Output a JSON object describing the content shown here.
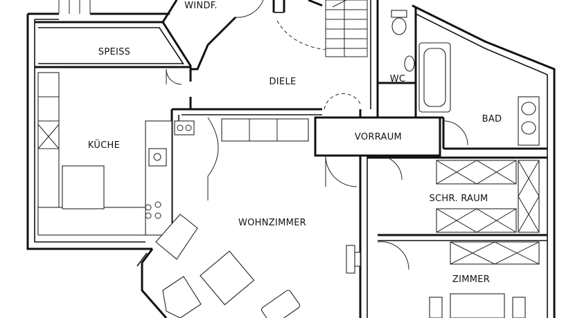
{
  "floorplan": {
    "rooms": {
      "windfang": "WINDF.",
      "speiss": "SPEISS",
      "diele": "DIELE",
      "wc": "WC",
      "bad": "BAD",
      "kueche": "KÜCHE",
      "vorraum": "VORRAUM",
      "wohnzimmer": "WOHNZIMMER",
      "schrankraum": "SCHR. RAUM",
      "zimmer": "ZIMMER"
    }
  }
}
